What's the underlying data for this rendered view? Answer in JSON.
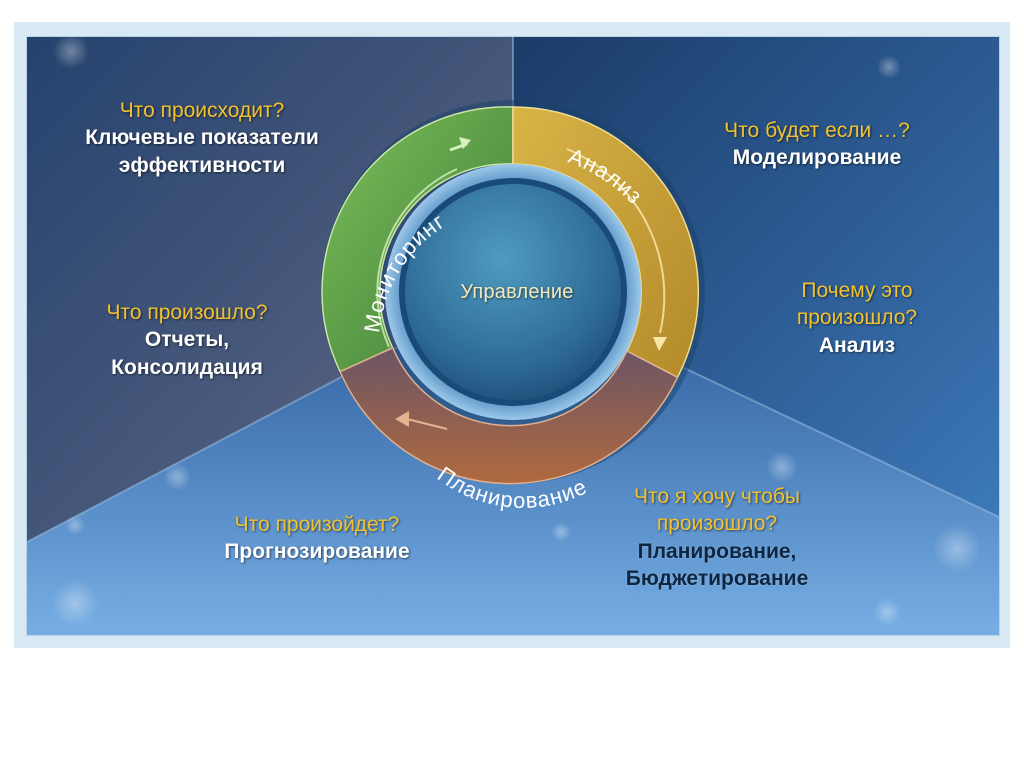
{
  "center": {
    "label": "Управление"
  },
  "ring": {
    "monitoring": "Мониторинг",
    "analysis": "Анализ",
    "planning": "Планирование"
  },
  "blocks": {
    "top_left": {
      "question": "Что происходит?",
      "answer_line1": "Ключевые показатели",
      "answer_line2": "эффективности"
    },
    "mid_left": {
      "question": "Что произошло?",
      "answer_line1": "Отчеты,",
      "answer_line2": "Консолидация"
    },
    "bottom_left": {
      "question": "Что произойдет?",
      "answer_line1": "Прогнозирование"
    },
    "top_right": {
      "question": "Что будет если …?",
      "answer_line1": "Моделирование"
    },
    "mid_right": {
      "question_line1": "Почему это",
      "question_line2": "произошло?",
      "answer_line1": "Анализ"
    },
    "bottom_right": {
      "question_line1": "Что я хочу чтобы",
      "question_line2": "произошло?",
      "answer_line1": "Планирование,",
      "answer_line2": "Бюджетирование"
    }
  },
  "colors": {
    "monitoring_segment": "#5e9a45",
    "analysis_segment": "#c9a437",
    "planning_segment": "#8a5a46",
    "question_text": "#f2c12e",
    "answer_text": "#ffffff",
    "background": "#2a5590"
  }
}
